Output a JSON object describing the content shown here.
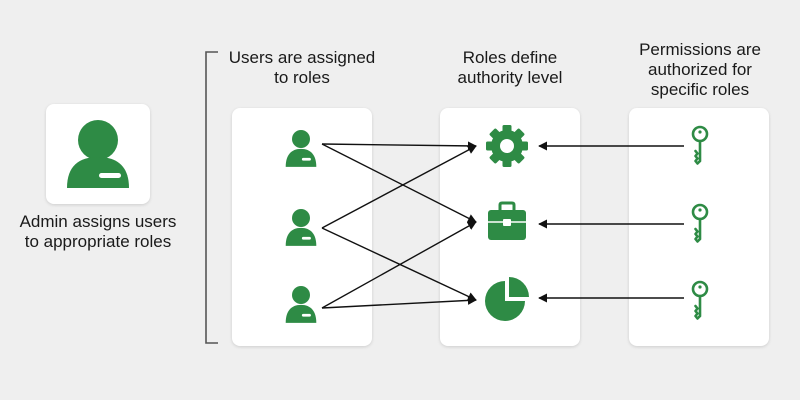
{
  "admin": {
    "caption_line1": "Admin assigns users",
    "caption_line2": "to appropriate roles",
    "icon": "admin-user-icon"
  },
  "columns": {
    "users": {
      "heading_line1": "Users are assigned",
      "heading_line2": "to roles",
      "icons": [
        "user-icon",
        "user-icon",
        "user-icon"
      ]
    },
    "roles": {
      "heading_line1": "Roles define",
      "heading_line2": "authority level",
      "icons": [
        "gear-icon",
        "briefcase-icon",
        "pie-chart-icon"
      ]
    },
    "permissions": {
      "heading_line1": "Permissions are",
      "heading_line2": "authorized for",
      "heading_line3": "specific roles",
      "icons": [
        "key-icon",
        "key-icon",
        "key-icon"
      ]
    }
  },
  "colors": {
    "accent_green": "#2e8b45",
    "background": "#efefef",
    "card": "#ffffff",
    "arrow": "#111111",
    "bracket": "#555555"
  }
}
